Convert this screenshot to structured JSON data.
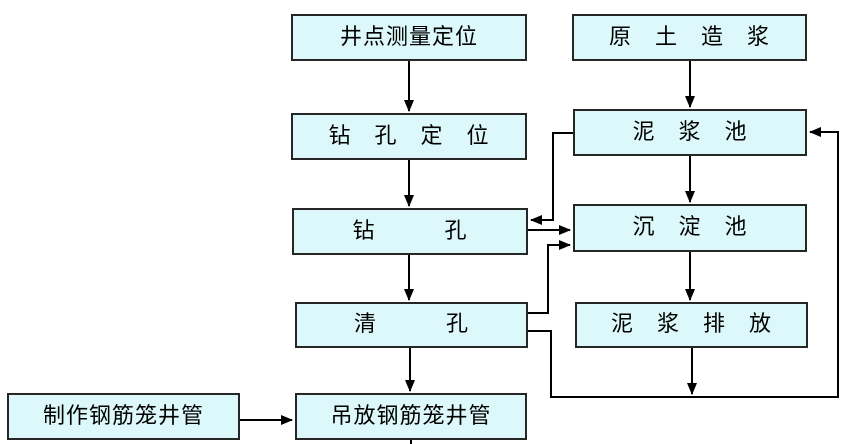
{
  "diagram": {
    "description": "Well drilling construction process flowchart with mud circulation loop",
    "colors": {
      "background": "#ffffff",
      "box_fill": "#dcf8fa",
      "box_border": "#262626",
      "line": "#000000",
      "text": "#000000"
    },
    "nodes": {
      "well_point_survey": {
        "label": "井点测量定位"
      },
      "native_soil_slurry": {
        "label": "原　土　造　浆"
      },
      "drill_positioning": {
        "label": "钻　孔　定　位"
      },
      "mud_pool": {
        "label": "泥　浆　池"
      },
      "drilling": {
        "label": "钻　　　孔"
      },
      "sedimentation_pool": {
        "label": "沉　淀　池"
      },
      "hole_cleaning": {
        "label": "清　　　孔"
      },
      "mud_discharge": {
        "label": "泥　浆　排　放"
      },
      "make_cage": {
        "label": "制作钢筋笼井管"
      },
      "lower_cage": {
        "label": "吊放钢筋笼井管"
      }
    },
    "edges": [
      {
        "from": "well_point_survey",
        "to": "drill_positioning",
        "style": "straight-down"
      },
      {
        "from": "native_soil_slurry",
        "to": "mud_pool",
        "style": "straight-down"
      },
      {
        "from": "drill_positioning",
        "to": "drilling",
        "style": "straight-down"
      },
      {
        "from": "drilling",
        "to": "hole_cleaning",
        "style": "straight-down"
      },
      {
        "from": "hole_cleaning",
        "to": "lower_cage",
        "style": "straight-down"
      },
      {
        "from": "mud_pool",
        "to": "sedimentation_pool",
        "style": "straight-down"
      },
      {
        "from": "sedimentation_pool",
        "to": "mud_discharge",
        "style": "straight-down"
      },
      {
        "from": "mud_pool",
        "to": "drilling",
        "style": "elbow-left-side"
      },
      {
        "from": "drilling",
        "to": "sedimentation_pool",
        "style": "straight-right"
      },
      {
        "from": "hole_cleaning",
        "to": "sedimentation_pool",
        "style": "elbow-up-right"
      },
      {
        "from": "hole_cleaning",
        "to": "mud_pool",
        "style": "return-loop-bottom-right"
      },
      {
        "from": "mud_discharge",
        "to": "drain_line",
        "style": "straight-down"
      },
      {
        "from": "make_cage",
        "to": "lower_cage",
        "style": "straight-right"
      },
      {
        "from": "lower_cage",
        "to": "continues-below",
        "style": "stub-down"
      }
    ]
  }
}
